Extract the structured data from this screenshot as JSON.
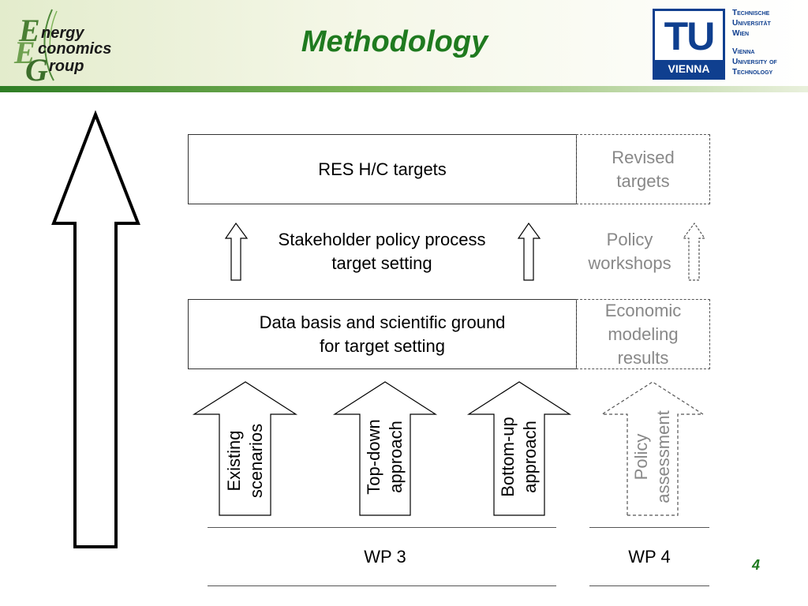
{
  "header": {
    "title": "Methodology",
    "eeg_logo": {
      "e1": "E",
      "line1": "nergy",
      "e2": "E",
      "line2": "conomics",
      "g": "G",
      "line3": "roup"
    },
    "tu_logo": {
      "letters": "TU",
      "vienna": "VIENNA",
      "lines": [
        "Technische",
        "Universität",
        "Wien",
        "Vienna",
        "University of",
        "Technology"
      ]
    }
  },
  "diagram": {
    "targets_box": "RES H/C targets",
    "revised_targets": "Revised\ntargets",
    "stakeholder_process": "Stakeholder policy process\ntarget setting",
    "policy_workshops": "Policy\nworkshops",
    "data_basis": "Data basis and scientific ground\nfor target setting",
    "economic_modeling": "Economic\nmodeling\nresults",
    "arrows": [
      {
        "label": "Existing\nscenarios"
      },
      {
        "label": "Top-down\napproach"
      },
      {
        "label": "Bottom-up\napproach"
      },
      {
        "label": "Policy\nassessment"
      }
    ],
    "wp3": "WP 3",
    "wp4": "WP 4"
  },
  "footer": {
    "page_number": "4"
  }
}
